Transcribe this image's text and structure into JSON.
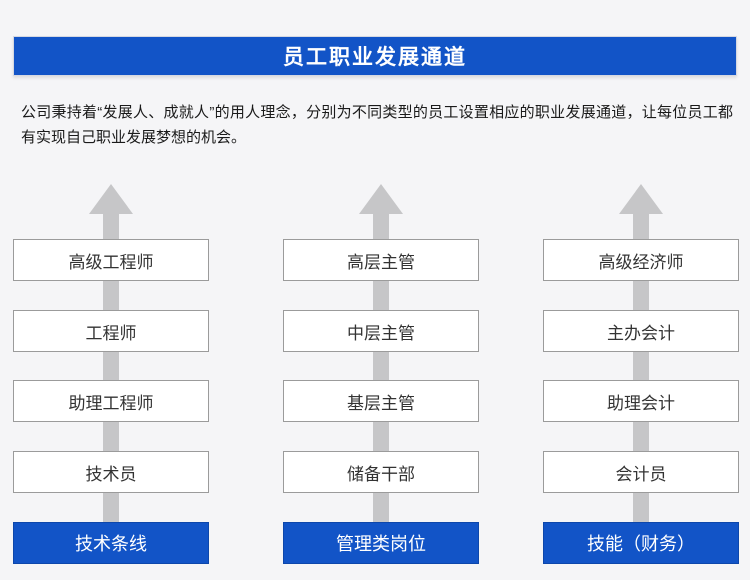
{
  "colors": {
    "accent": "#1254c7",
    "arrow-gray": "#c6c6c8",
    "box-border": "#9b9b9b",
    "page-bg": "#f5f5f7",
    "level-text": "#333333"
  },
  "header": {
    "title": "员工职业发展通道"
  },
  "intro": {
    "text": "公司秉持着“发展人、成就人”的用人理念，分别为不同类型的员工设置相应的职业发展通道，让每位员工都有实现自己职业发展梦想的机会。"
  },
  "columns": [
    {
      "track": "技术条线",
      "levels": [
        "高级工程师",
        "工程师",
        "助理工程师",
        "技术员"
      ]
    },
    {
      "track": "管理类岗位",
      "levels": [
        "高层主管",
        "中层主管",
        "基层主管",
        "储备干部"
      ]
    },
    {
      "track": "技能（财务）",
      "levels": [
        "高级经济师",
        "主办会计",
        "助理会计",
        "会计员"
      ]
    }
  ]
}
